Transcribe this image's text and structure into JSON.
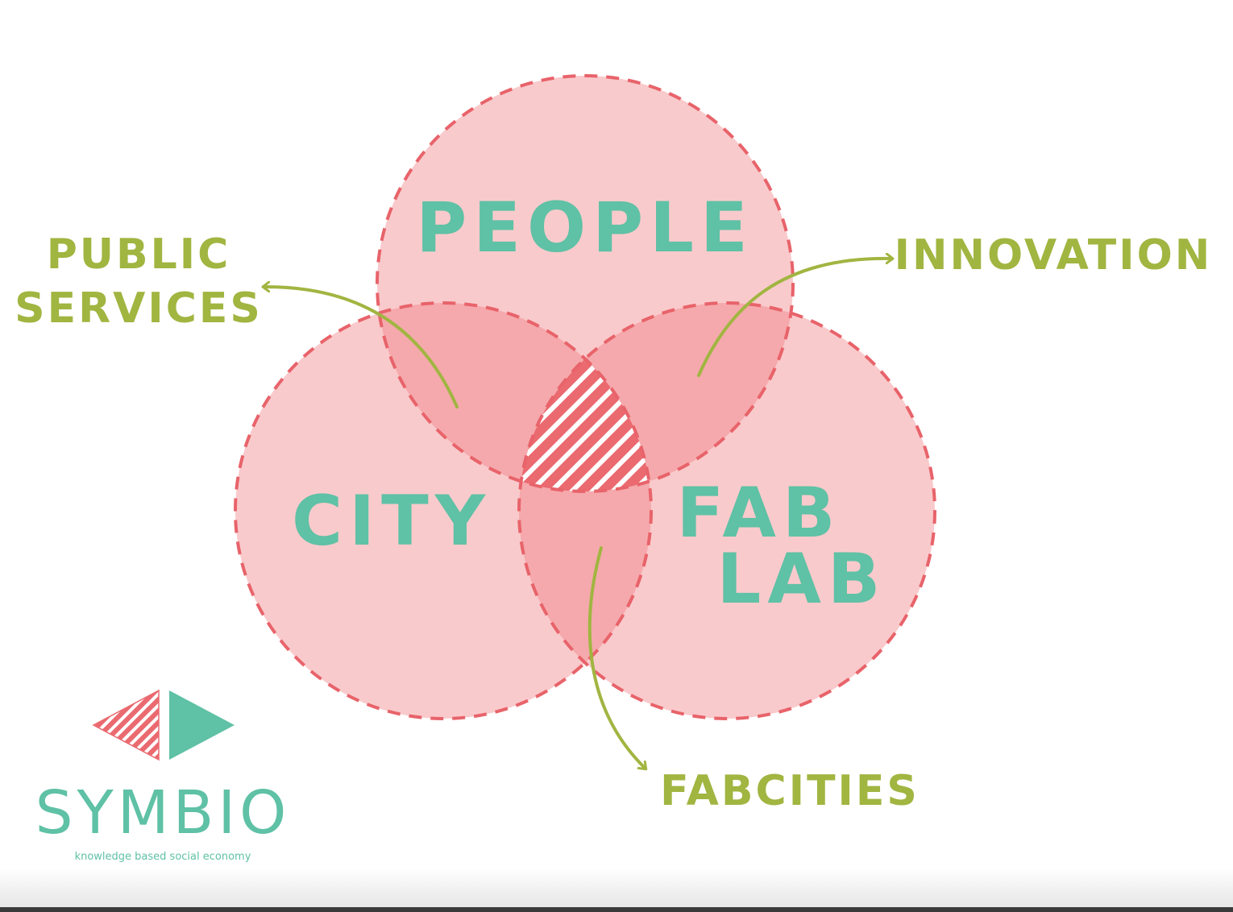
{
  "diagram": {
    "circles": [
      {
        "id": "people",
        "label_lines": [
          "PEOPLE"
        ]
      },
      {
        "id": "city",
        "label_lines": [
          "CITY"
        ]
      },
      {
        "id": "fablab",
        "label_lines": [
          "FAB",
          "LAB"
        ]
      }
    ],
    "outcomes": [
      {
        "id": "public-services",
        "label_lines": [
          "PUBLIC",
          "SERVICES"
        ]
      },
      {
        "id": "innovation",
        "label_lines": [
          "INNOVATION"
        ]
      },
      {
        "id": "fabcities",
        "label_lines": [
          "FABCITIES"
        ]
      }
    ]
  },
  "logo": {
    "name": "SYMBIO",
    "tagline": "knowledge based social economy"
  },
  "colors": {
    "circle_fill": "#f0737a",
    "circle_stroke": "#e8636a",
    "hatch": "#ea6a70",
    "circle_text": "#5fc1a5",
    "outcome_text": "#a1b541",
    "arrow": "#a1b541",
    "brand_teal": "#5fc1a5"
  }
}
